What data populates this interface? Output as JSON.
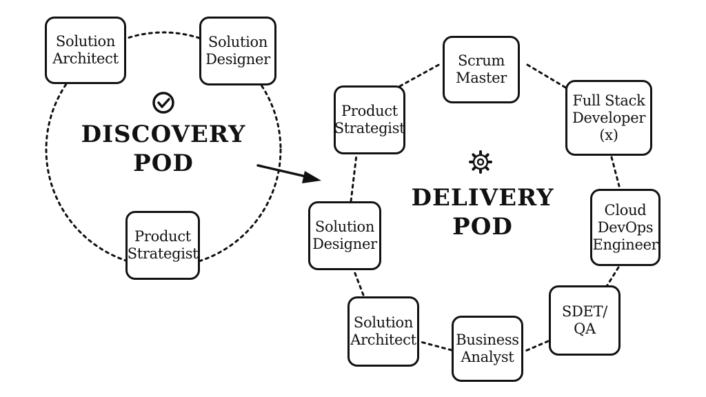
{
  "discovery": {
    "title_lines": [
      "DISCOVERY",
      "POD"
    ],
    "icon": "check-circle-icon",
    "members": {
      "solution_architect": [
        "Solution",
        "Architect"
      ],
      "solution_designer": [
        "Solution",
        "Designer"
      ],
      "product_strategist": [
        "Product",
        "Strategist"
      ]
    }
  },
  "delivery": {
    "title_lines": [
      "DELIVERY",
      "POD"
    ],
    "icon": "gear-icon",
    "members": {
      "scrum_master": [
        "Scrum",
        "Master"
      ],
      "full_stack_developer": [
        "Full Stack",
        "Developer",
        "(x)"
      ],
      "cloud_devops_engineer": [
        "Cloud",
        "DevOps",
        "Engineer"
      ],
      "sdet_qa": [
        "SDET/",
        "QA"
      ],
      "business_analyst": [
        "Business",
        "Analyst"
      ],
      "solution_architect": [
        "Solution",
        "Architect"
      ],
      "solution_designer": [
        "Solution",
        "Designer"
      ],
      "product_strategist": [
        "Product",
        "Strategist"
      ]
    }
  },
  "connector": {
    "from": "discovery",
    "to": "delivery",
    "icon": "arrow-right-icon"
  }
}
